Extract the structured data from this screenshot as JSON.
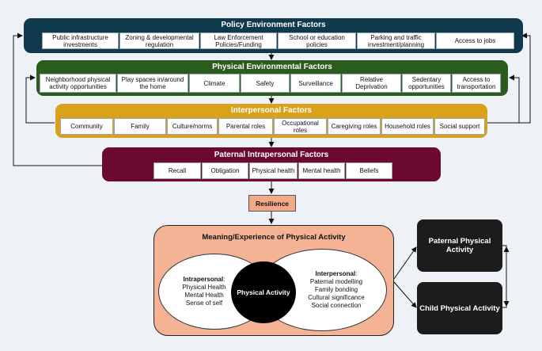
{
  "policy": {
    "title": "Policy Environment Factors",
    "items": [
      "Public infrastructure investments",
      "Zoning & developmental regulation",
      "Law Enforcement Policies/Funding",
      "School or education policies",
      "Parking and traffic investment/planning",
      "Access to jobs"
    ]
  },
  "physical": {
    "title": "Physical Environmental Factors",
    "items": [
      "Neighborhood physical activity opportunities",
      "Play spaces in/around the home",
      "Climate",
      "Safety",
      "Surveillance",
      "Relative Deprivation",
      "Sedentary opportunities",
      "Access to transportation"
    ]
  },
  "interpersonal": {
    "title": "Interpersonal Factors",
    "items": [
      "Community",
      "Family",
      "Culture/norms",
      "Parental roles",
      "Occupational roles",
      "Caregiving roles",
      "Household roles",
      "Social support"
    ]
  },
  "paternal": {
    "title": "Paternal Intrapersonal Factors",
    "items": [
      "Recall",
      "Obligation",
      "Physical health",
      "Mental health",
      "Beliefs"
    ]
  },
  "resilience": "Resilience",
  "meaning": {
    "title": "Meaning/Experience of Physical Activity",
    "core": "Physical Activity",
    "intrapersonal": {
      "heading": "Intrapersonal",
      "lines": [
        "Physical Health",
        "Mental Health",
        "Sense of self"
      ]
    },
    "interpersonal": {
      "heading": "Interpersonal",
      "lines": [
        "Paternal modelling",
        "Family bonding",
        "Cultural significance",
        "Social connection"
      ]
    }
  },
  "outcomes": {
    "paternal": "Paternal Physical Activity",
    "child": "Child Physical Activity"
  },
  "colors": {
    "policy": "#0f3a4d",
    "physical": "#2a5c1e",
    "interpersonal": "#d9a21a",
    "paternal": "#6b0a2e",
    "resilience": "#f2a98a",
    "meaning": "#f4b395"
  }
}
